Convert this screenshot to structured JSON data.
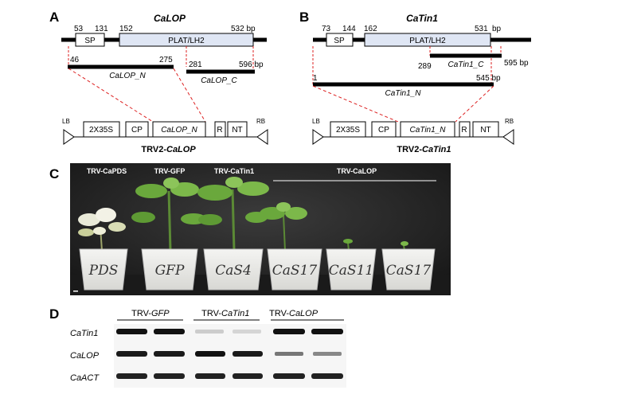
{
  "panelA": {
    "letter": "A",
    "gene": "CaLOP",
    "domain_sp": "SP",
    "domain_plat": "PLAT/LH2",
    "pos_53": "53",
    "pos_131": "131",
    "pos_152": "152",
    "pos_532": "532 bp",
    "frag_n_start": "46",
    "frag_n_end": "275",
    "frag_n_label": "CaLOP_N",
    "frag_c_start": "281",
    "frag_c_end": "596 bp",
    "frag_c_label": "CaLOP_C",
    "vector": {
      "lb": "LB",
      "rb": "RB",
      "promoter": "2X35S",
      "cp": "CP",
      "insert": "CaLOP_N",
      "r": "R",
      "nt": "NT",
      "name_prefix": "TRV2-",
      "name_gene": "CaLOP"
    }
  },
  "panelB": {
    "letter": "B",
    "gene": "CaTin1",
    "domain_sp": "SP",
    "domain_plat": "PLAT/LH2",
    "pos_73": "73",
    "pos_144": "144",
    "pos_162": "162",
    "pos_531": "531",
    "pos_bp": "bp",
    "frag_c_start": "289",
    "frag_c_end": "595 bp",
    "frag_c_label": "CaTin1_C",
    "frag_full_start": "1",
    "frag_full_end": "545 bp",
    "frag_full_label": "CaTin1_N",
    "vector": {
      "lb": "LB",
      "rb": "RB",
      "promoter": "2X35S",
      "cp": "CP",
      "insert": "CaTin1_N",
      "r": "R",
      "nt": "NT",
      "name_prefix": "TRV2-",
      "name_gene": "CaTin1"
    }
  },
  "panelC": {
    "letter": "C",
    "labels": [
      "TRV-CaPDS",
      "TRV-GFP",
      "TRV-CaTin1",
      "TRV-CaLOP"
    ],
    "pots": [
      "PDS",
      "GFP",
      "CaS4",
      "CaS17",
      "CaS11",
      "CaS17"
    ]
  },
  "panelD": {
    "letter": "D",
    "groups": [
      {
        "prefix": "TRV-",
        "gene": "GFP"
      },
      {
        "prefix": "TRV-",
        "gene": "CaTin1"
      },
      {
        "prefix": "TRV-",
        "gene": "CaLOP"
      }
    ],
    "rows": [
      "CaTin1",
      "CaLOP",
      "CaACT"
    ]
  }
}
